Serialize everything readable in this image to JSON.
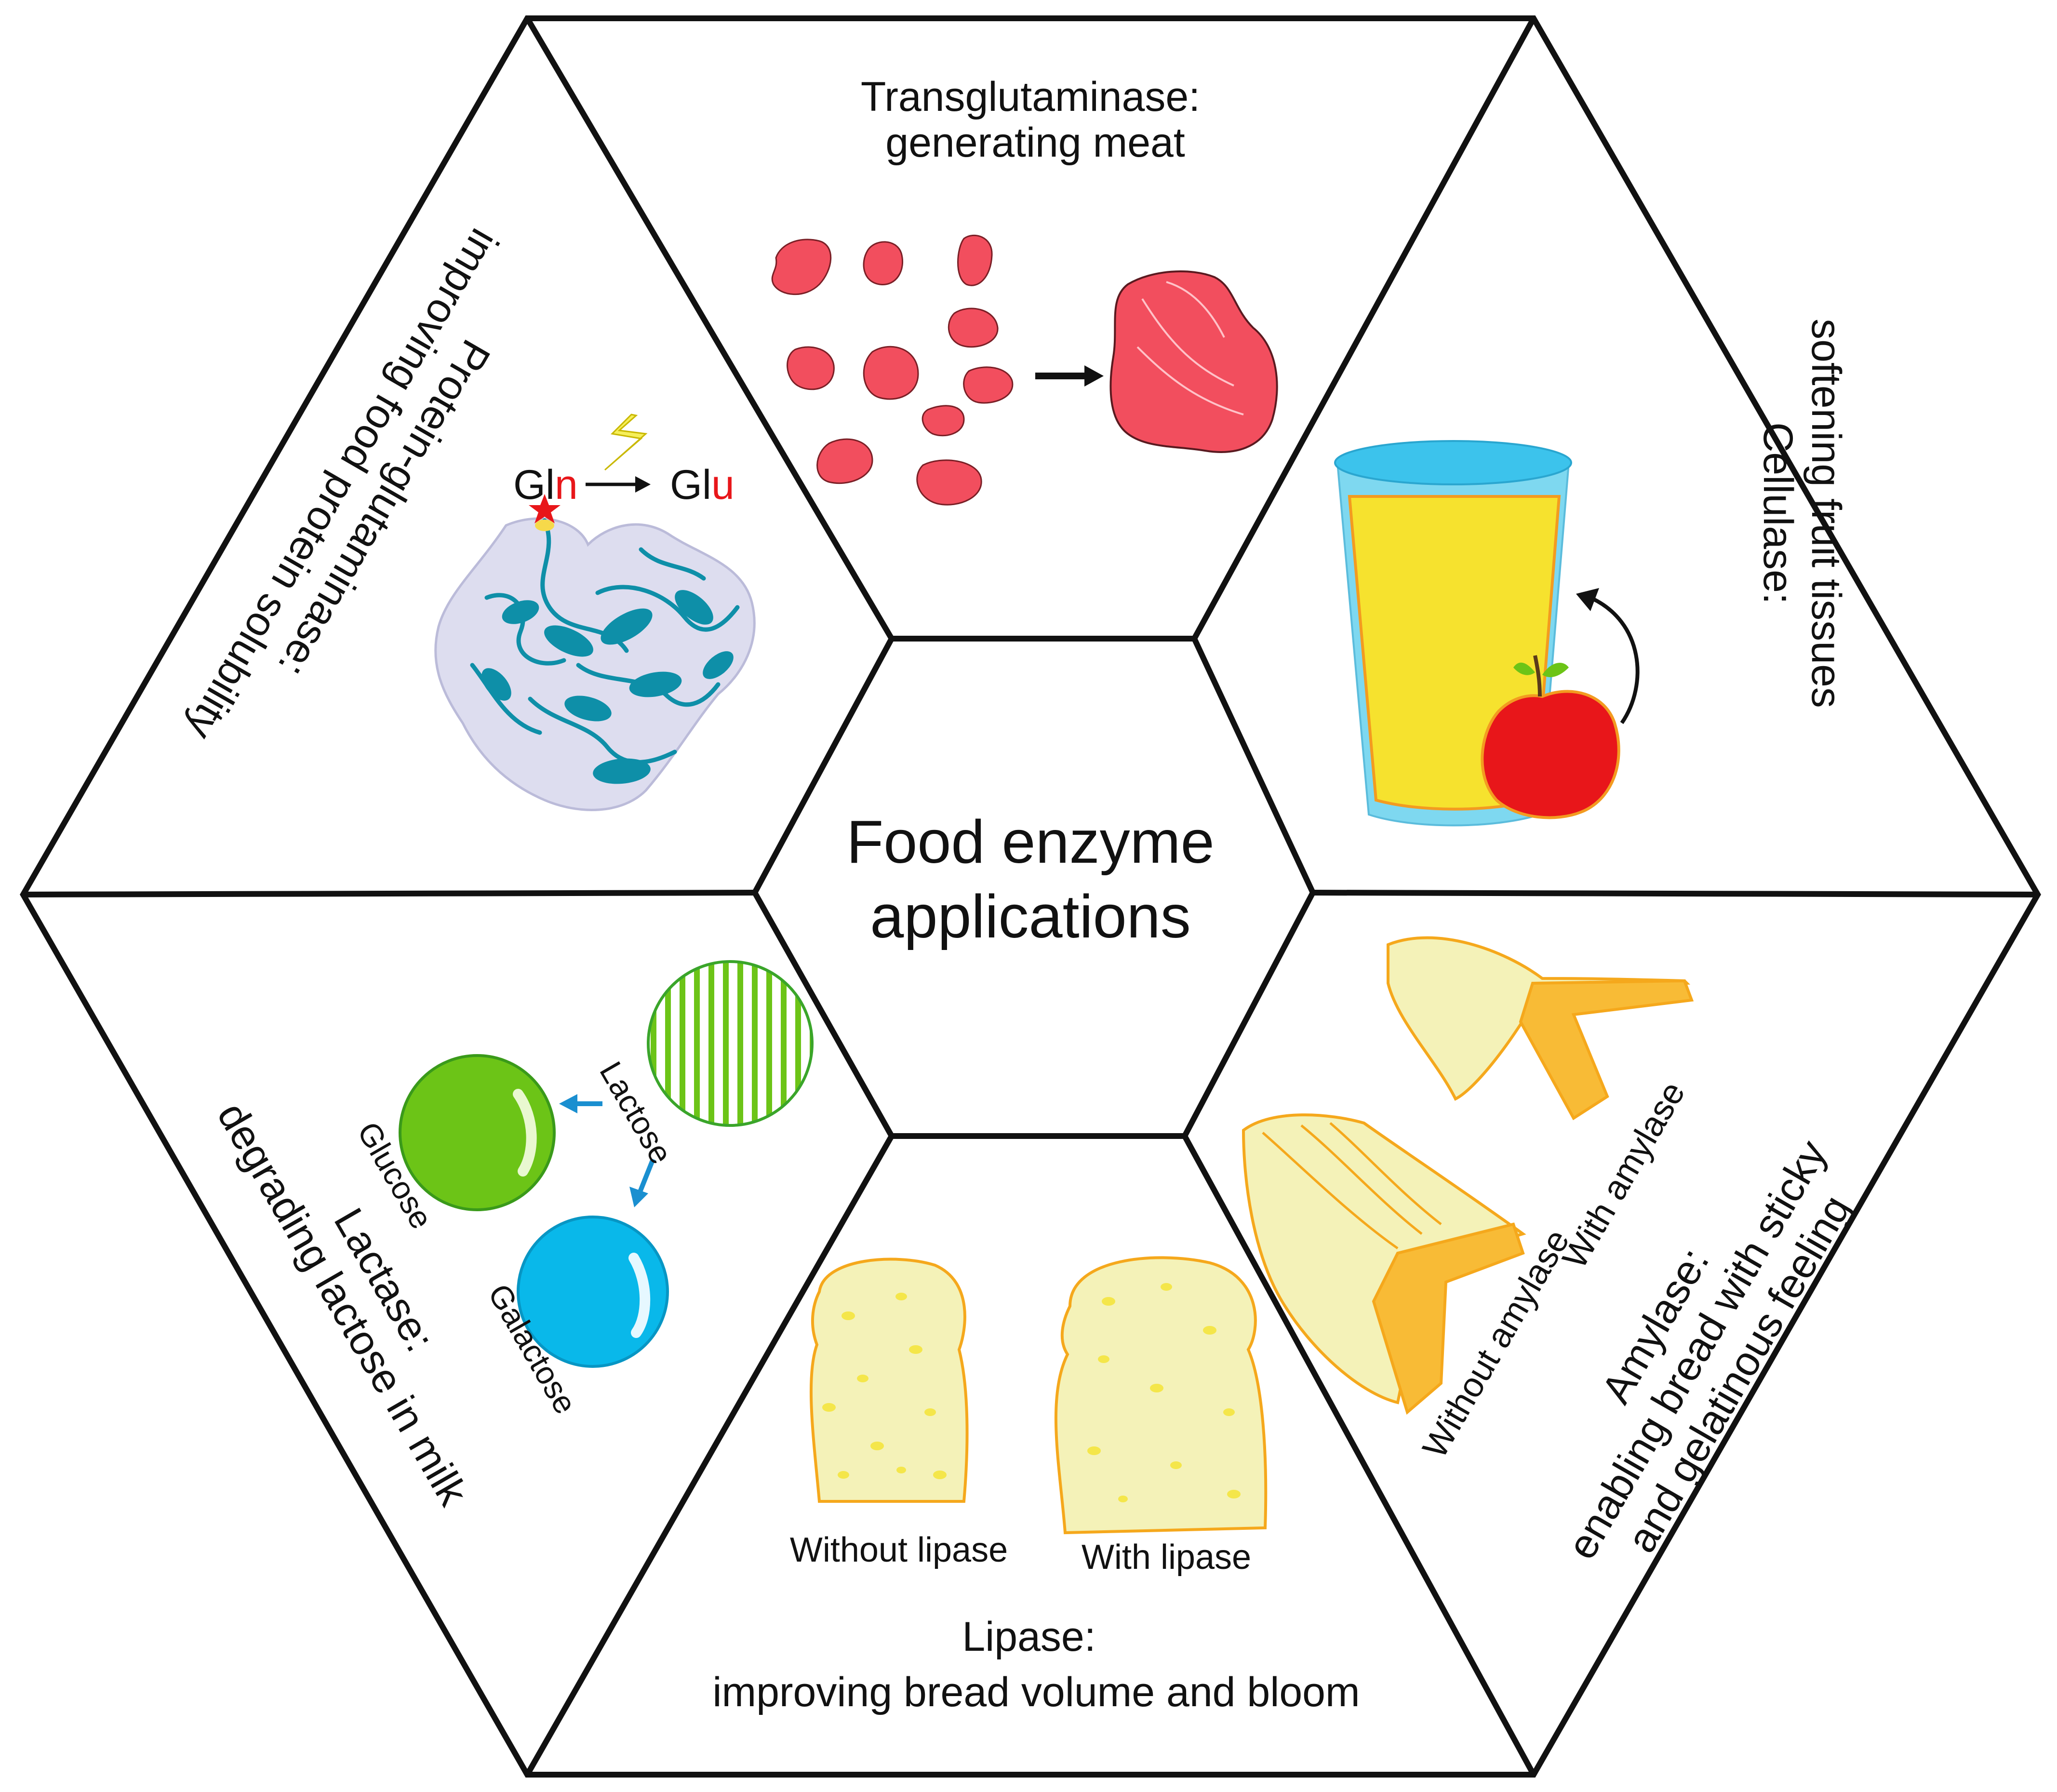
{
  "center": {
    "line1": "Food enzyme",
    "line2": "applications"
  },
  "sections": {
    "transglutaminase": {
      "line1": "Transglutaminase:",
      "line2": "generating meat"
    },
    "cellulase": {
      "line1": "Cellulase:",
      "line2": "softening fruit tissues"
    },
    "amylase": {
      "line1": "Amylase:",
      "line2": "enabling bread with sticky",
      "line3": "and gelatinous feeling",
      "label_with": "With amylase",
      "label_without": "Without amylase"
    },
    "lipase": {
      "line1": "Lipase:",
      "line2": "improving bread volume and bloom",
      "label_without": "Without lipase",
      "label_with": "With lipase"
    },
    "lactase": {
      "line1": "Lactase:",
      "line2": "degrading lactose in milk",
      "lactose": "Lactose",
      "glucose": "Glucose",
      "galactose": "Galactose"
    },
    "protein_glutaminase": {
      "line1": "Protein-glutaminase:",
      "line2": "improving food protein solubility",
      "reaction_from_prefix": "Gl",
      "reaction_from_highlight": "n",
      "reaction_to_prefix": "Gl",
      "reaction_to_highlight": "u"
    }
  },
  "colors": {
    "outline": "#111111",
    "meat": "#f24e5e",
    "cup_rim": "#3cc3ec",
    "juice": "#f6e22e",
    "apple": "#e8161a",
    "bread": "#f4f2b8",
    "crust": "#f5a81c",
    "glucose": "#6cc417",
    "galactose": "#09b8ea",
    "lactose_stripes": "#6cc417",
    "arrow_blue": "#1a8fd0",
    "protein": "#0e8fa8",
    "highlight_red": "#e8161a"
  }
}
